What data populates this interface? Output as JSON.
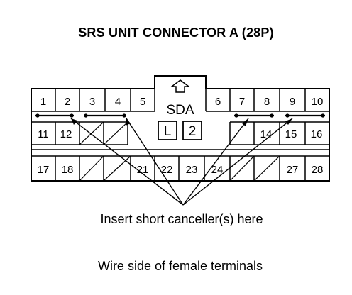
{
  "diagram": {
    "title": "SRS UNIT CONNECTOR A (28P)",
    "callout": "Insert short canceller(s) here",
    "footer": "Wire side of female terminals",
    "key_label": "SDA",
    "key_boxes": [
      "L",
      "2"
    ],
    "row1_pins": [
      "1",
      "2",
      "3",
      "4",
      "5",
      "6",
      "7",
      "8",
      "9",
      "10"
    ],
    "row2_pins": [
      "11",
      "12",
      "14",
      "15",
      "16"
    ],
    "row3_pins": [
      "17",
      "18",
      "21",
      "22",
      "23",
      "24",
      "27",
      "28"
    ]
  }
}
